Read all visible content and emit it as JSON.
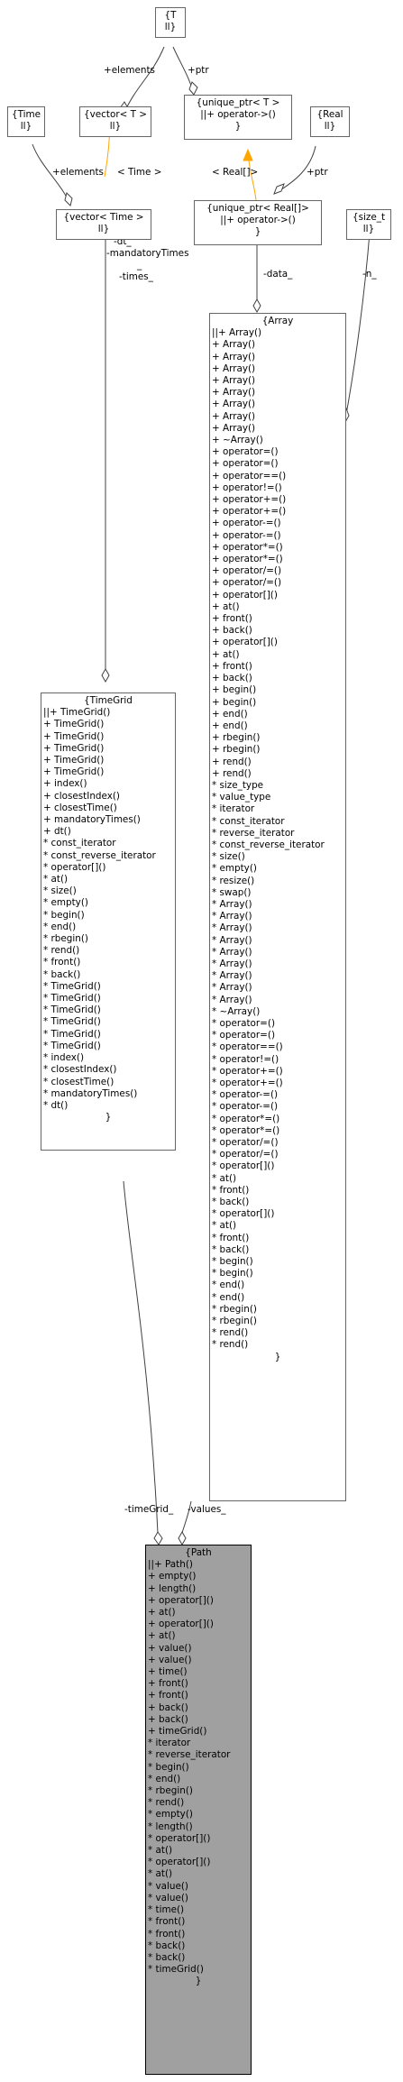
{
  "classes": {
    "t": {
      "title": "{T\nll}"
    },
    "time": {
      "title": "{Time\nll}"
    },
    "vector_t": {
      "title": "{vector< T >\nll}"
    },
    "unique_ptr_t": {
      "title": "{unique_ptr< T >\n||+ operator->()\n}"
    },
    "real": {
      "title": "{Real\nll}"
    },
    "vector_time": {
      "title": "{vector< Time >\nll}"
    },
    "unique_ptr_real": {
      "title": "{unique_ptr< Real[]>\n||+ operator->()\n}"
    },
    "size_t": {
      "title": "{size_t\nll}"
    },
    "array": {
      "title": "{Array",
      "members": [
        "||+ Array()",
        "+ Array()",
        "+ Array()",
        "+ Array()",
        "+ Array()",
        "+ Array()",
        "+ Array()",
        "+ Array()",
        "+ Array()",
        "+ ~Array()",
        "+ operator=()",
        "+ operator=()",
        "+ operator==()",
        "+ operator!=()",
        "+ operator+=()",
        "+ operator+=()",
        "+ operator-=()",
        "+ operator-=()",
        "+ operator*=()",
        "+ operator*=()",
        "+ operator/=()",
        "+ operator/=()",
        "+ operator[]()",
        "+ at()",
        "+ front()",
        "+ back()",
        "+ operator[]()",
        "+ at()",
        "+ front()",
        "+ back()",
        "+ begin()",
        "+ begin()",
        "+ end()",
        "+ end()",
        "+ rbegin()",
        "+ rbegin()",
        "+ rend()",
        "+ rend()",
        "* size_type",
        "* value_type",
        "* iterator",
        "* const_iterator",
        "* reverse_iterator",
        "* const_reverse_iterator",
        "* size()",
        "* empty()",
        "* resize()",
        "* swap()",
        "* Array()",
        "* Array()",
        "* Array()",
        "* Array()",
        "* Array()",
        "* Array()",
        "* Array()",
        "* Array()",
        "* Array()",
        "* ~Array()",
        "* operator=()",
        "* operator=()",
        "* operator==()",
        "* operator!=()",
        "* operator+=()",
        "* operator+=()",
        "* operator-=()",
        "* operator-=()",
        "* operator*=()",
        "* operator*=()",
        "* operator/=()",
        "* operator/=()",
        "* operator[]()",
        "* at()",
        "* front()",
        "* back()",
        "* operator[]()",
        "* at()",
        "* front()",
        "* back()",
        "* begin()",
        "* begin()",
        "* end()",
        "* end()",
        "* rbegin()",
        "* rbegin()",
        "* rend()",
        "* rend()"
      ],
      "close": "}"
    },
    "timegrid": {
      "title": "{TimeGrid",
      "members": [
        "||+ TimeGrid()",
        "+ TimeGrid()",
        "+ TimeGrid()",
        "+ TimeGrid()",
        "+ TimeGrid()",
        "+ TimeGrid()",
        "+ index()",
        "+ closestIndex()",
        "+ closestTime()",
        "+ mandatoryTimes()",
        "+ dt()",
        "* const_iterator",
        "* const_reverse_iterator",
        "* operator[]()",
        "* at()",
        "* size()",
        "* empty()",
        "* begin()",
        "* end()",
        "* rbegin()",
        "* rend()",
        "* front()",
        "* back()",
        "* TimeGrid()",
        "* TimeGrid()",
        "* TimeGrid()",
        "* TimeGrid()",
        "* TimeGrid()",
        "* TimeGrid()",
        "* index()",
        "* closestIndex()",
        "* closestTime()",
        "* mandatoryTimes()",
        "* dt()"
      ],
      "close": "}"
    },
    "path": {
      "title": "{Path",
      "members": [
        "||+ Path()",
        "+ empty()",
        "+ length()",
        "+ operator[]()",
        "+ at()",
        "+ operator[]()",
        "+ at()",
        "+ value()",
        "+ value()",
        "+ time()",
        "+ front()",
        "+ front()",
        "+ back()",
        "+ back()",
        "+ timeGrid()",
        "* iterator",
        "* reverse_iterator",
        "* begin()",
        "* end()",
        "* rbegin()",
        "* rend()",
        "* empty()",
        "* length()",
        "* operator[]()",
        "* at()",
        "* operator[]()",
        "* at()",
        "* value()",
        "* value()",
        "* time()",
        "* front()",
        "* front()",
        "* back()",
        "* back()",
        "* timeGrid()"
      ],
      "close": "}"
    }
  },
  "edge_labels": {
    "elements_t": "+elements",
    "ptr_t": "+ptr",
    "elements_time": "+elements",
    "time_template": "< Time >",
    "real_template": "< Real[]>",
    "ptr_real": "+ptr",
    "times_1": "-dt_",
    "times_2": "-mandatoryTimes",
    "times_3": "_",
    "times_4": "-times_",
    "data": "-data_",
    "n": "-n_",
    "timegrid": "-timeGrid_",
    "values": "-values_"
  },
  "colors": {
    "template_arrow": "#ffa500",
    "edge": "#404040",
    "highlight_node": "#a0a0a0"
  }
}
